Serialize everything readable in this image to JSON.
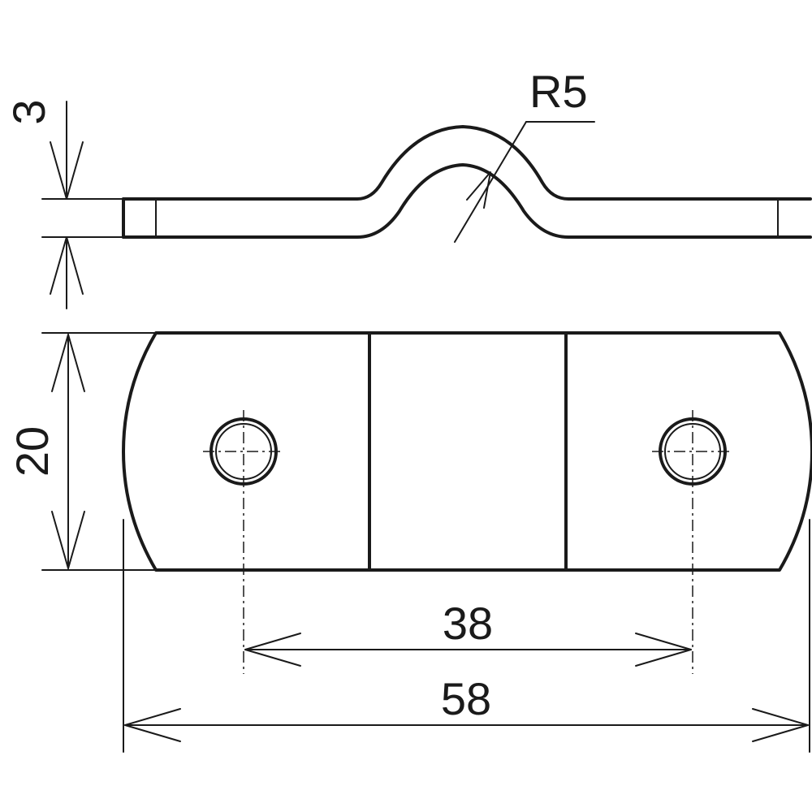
{
  "dimensions": {
    "thickness": "3",
    "bend_radius": "R5",
    "width": "20",
    "hole_spacing": "38",
    "overall_length": "58"
  }
}
